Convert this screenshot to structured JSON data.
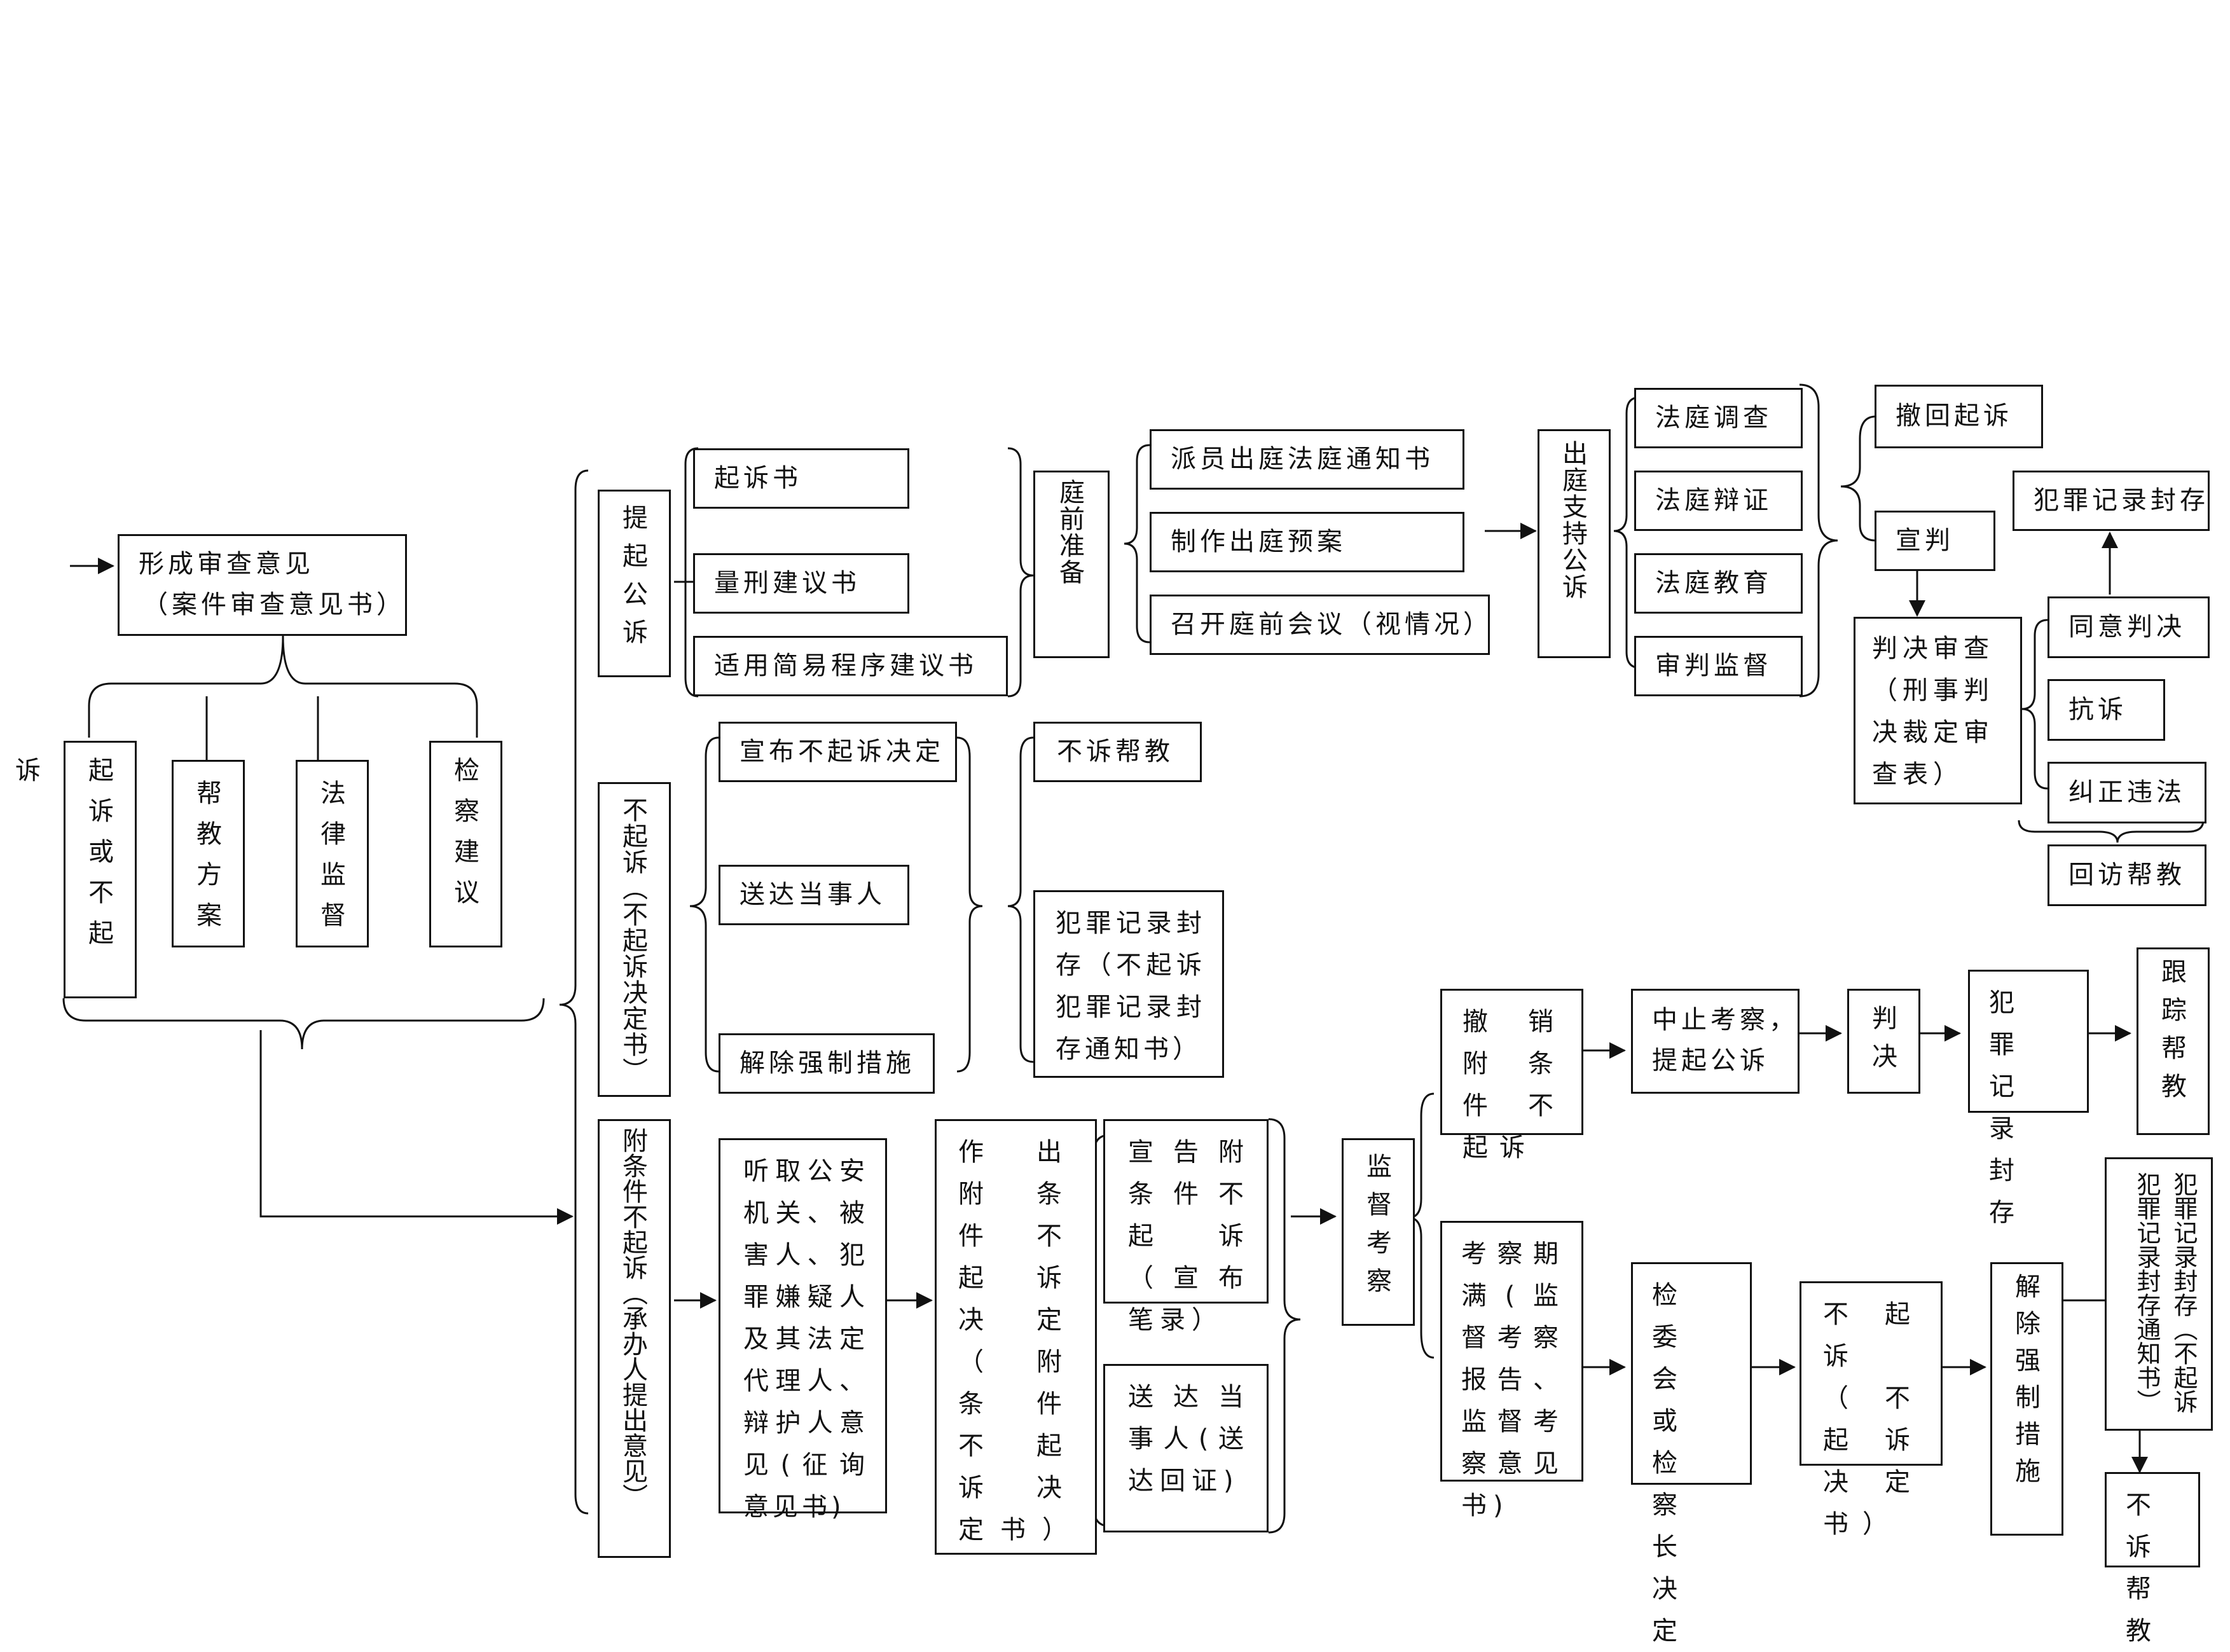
{
  "nodes": {
    "review": {
      "line1": "形成审查意见",
      "line2": "（案件审查意见书）"
    },
    "prosecute_or_not": "起诉或不起诉",
    "help_plan": "帮教方案",
    "legal_supervision": "法律监督",
    "procuratorial_advice": "检察建议",
    "public_prosecution": "提起公诉",
    "indictment": "起诉书",
    "sentencing_advice": "量刑建议书",
    "simplified_procedure": "适用简易程序建议书",
    "pretrial_prep": "庭前准备",
    "court_notice": "派员出庭法庭通知书",
    "court_plan": "制作出庭预案",
    "pretrial_meeting": "召开庭前会议（视情况）",
    "support_prosecution": "出庭支持公诉",
    "court_investigation": "法庭调查",
    "court_debate": "法庭辩证",
    "court_education": "法庭教育",
    "trial_supervision": "审判监督",
    "withdraw": "撤回起诉",
    "sentence": "宣判",
    "judgment_review": "判决审查（刑事判决裁定审查表）",
    "record_seal_top": "犯罪记录封存",
    "agree_judgment": "同意判决",
    "protest": "抗诉",
    "correct_violation": "纠正违法",
    "revisit_help": "回访帮教",
    "non_prosecution": "不起诉（不起诉决定书）",
    "announce_np": "宣布不起诉决定",
    "serve_party": "送达当事人",
    "lift_measures": "解除强制措施",
    "np_help": "不诉帮教",
    "np_record_seal": "犯罪记录封存（不起诉犯罪记录封存通知书）",
    "conditional_np": "附条件不起诉（承办人提出意见）",
    "hear_opinions": "听取公安机关、被害人、犯罪嫌疑人及其法定代理人、辩护人意见(征询意见书)",
    "make_decision": "作出附条件不起诉决定（附条件不起诉决定书）",
    "announce_cnp": "宣告附条件不起诉（宣布笔录）",
    "serve_party_cnp": "送达当事人(送达回证)",
    "supervision_inspection": "监督考察",
    "revoke_cnp": "撤销附条件不起诉",
    "suspend_inspection": {
      "line1": "中止考察，",
      "line2": "提起公诉"
    },
    "judgment": "判决",
    "record_seal_mid": "犯罪记录封存",
    "follow_help": "跟踪帮教",
    "inspection_expire": "考察期满(监督考察报告、监督考察意见书)",
    "committee_decide": "检委会或检察长决定",
    "np_decision_cnp": "不起诉（不起诉决定书）",
    "lift_measures_2": "解除强制措施",
    "record_seal_notice": "犯罪记录封存（不起诉犯罪记录封存通知书）",
    "np_help_2": "不诉帮教"
  }
}
